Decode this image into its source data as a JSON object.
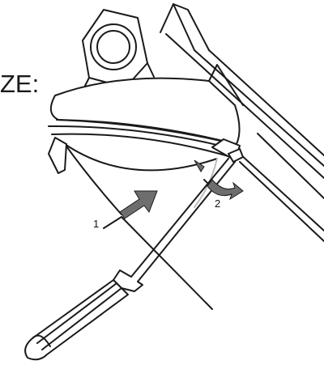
{
  "figure": {
    "cut_label": "ZE:",
    "steps": [
      {
        "number": "1"
      },
      {
        "number": "2"
      }
    ]
  },
  "colors": {
    "line": "#1a1a1a",
    "shade": "#bdbdbd",
    "arrow": "#6e6e6e",
    "fill": "#ffffff"
  },
  "icons": [
    "screwdriver-icon",
    "push-arrow-icon",
    "rotate-arrow-icon"
  ]
}
